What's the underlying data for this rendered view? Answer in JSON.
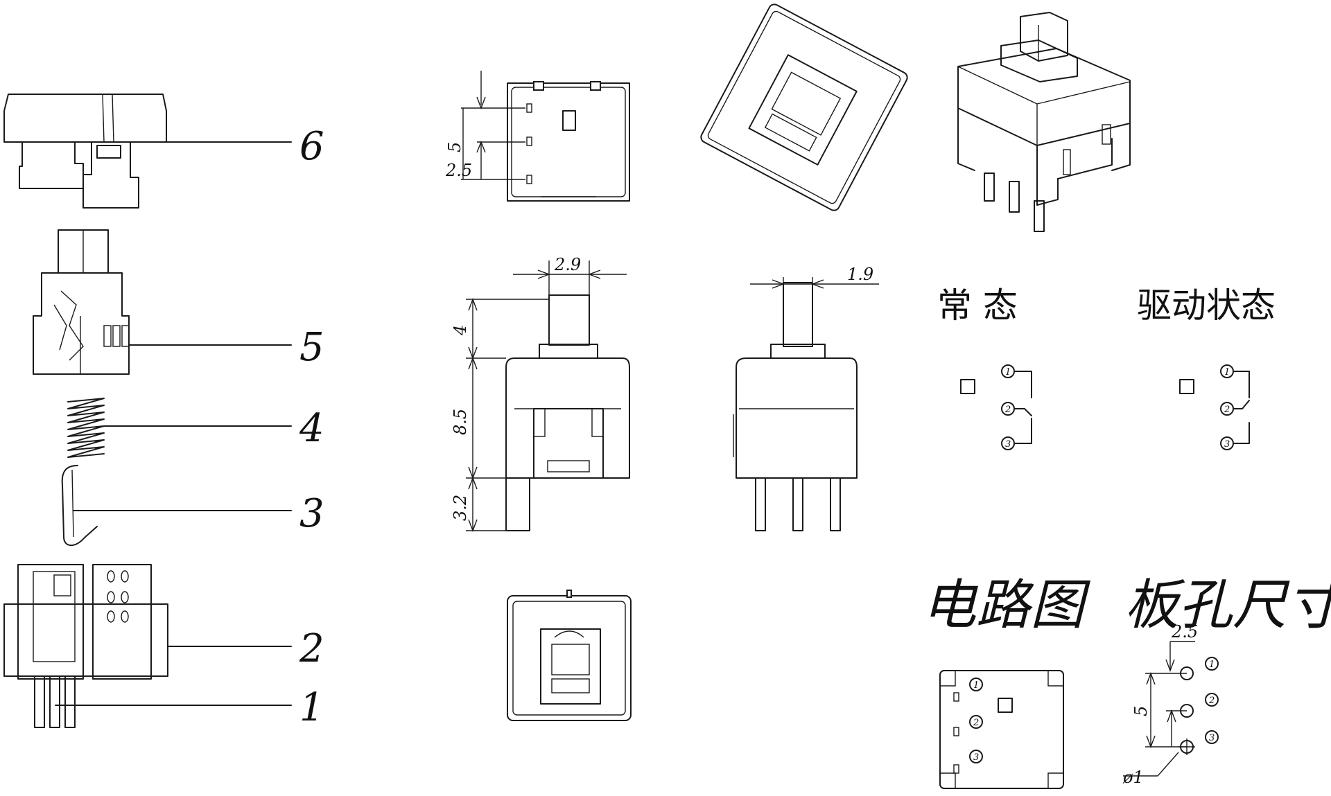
{
  "part_labels": [
    "6",
    "5",
    "4",
    "3",
    "2",
    "1"
  ],
  "dimensions": {
    "pitch": "5",
    "half_pitch": "2.5",
    "actuator_width": "2.9",
    "actuator_height": "4",
    "body_height": "8.5",
    "pin_length": "3.2",
    "actuator_side_width": "1.9",
    "hole_pitch": "5",
    "hole_half_pitch": "2.5",
    "hole_diameter": "ø1"
  },
  "captions": {
    "normal_state": "常 态",
    "driven_state": "驱动状态",
    "circuit_diagram": "电路图",
    "hole_size": "板孔尺寸"
  },
  "pin_numbers": [
    "1",
    "2",
    "3"
  ]
}
